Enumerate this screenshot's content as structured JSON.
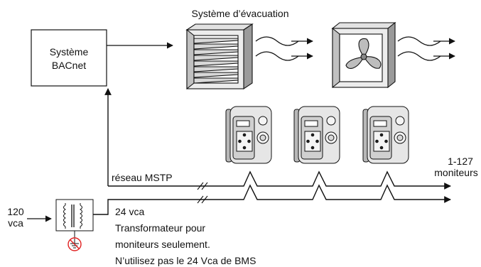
{
  "labels": {
    "exhaust_title": "Système d’évacuation",
    "bacnet_line1": "Système",
    "bacnet_line2": "BACnet",
    "mstp": "réseau MSTP",
    "monitors_line1": "1-127",
    "monitors_line2": "moniteurs",
    "supply_line1": "120",
    "supply_line2": "vca",
    "vca24": "24 vca",
    "note_line1": "Transformateur pour",
    "note_line2": "moniteurs seulement.",
    "note_line3": "N’utilisez pas le 24 Vca de BMS"
  },
  "colors": {
    "ink": "#111111",
    "device_fill": "#d8d8d8",
    "ground_warning": "#e02020"
  }
}
